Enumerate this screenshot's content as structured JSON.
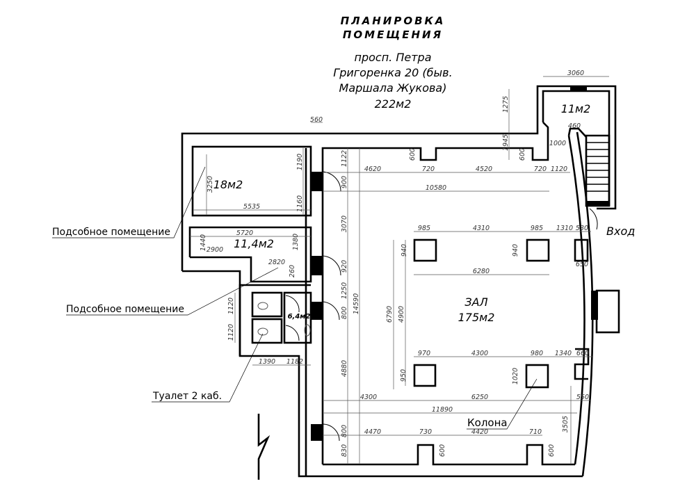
{
  "title": {
    "line1": "ПЛАНИРОВКА",
    "line2": "ПОМЕЩЕНИЯ"
  },
  "address": {
    "line1": "просп. Петра",
    "line2": "Григоренка 20 (быв.",
    "line3": "Маршала Жукова)",
    "line4": "222м2"
  },
  "rooms": {
    "room_18": "18м2",
    "room_11_4": "11,4м2",
    "room_6_4": "6,4м2",
    "hall_name": "ЗАЛ",
    "hall_area": "175м2",
    "room_11": "11м2"
  },
  "labels": {
    "entrance": "Вход",
    "utility_1": "Подсобное помещение",
    "utility_2": "Подсобное помещение",
    "toilet": "Туалет 2 каб.",
    "column": "Колона"
  },
  "dims": [
    "560",
    "3060",
    "4620",
    "720",
    "4520",
    "720",
    "1120",
    "10580",
    "1000",
    "460",
    "5535",
    "5720",
    "2900",
    "2820",
    "985",
    "4310",
    "985",
    "1310",
    "530",
    "6280",
    "650",
    "1390",
    "1182",
    "970",
    "4300",
    "980",
    "1340",
    "660",
    "4300",
    "6250",
    "550",
    "11890",
    "4470",
    "730",
    "4420",
    "710",
    "1275",
    "1945",
    "600",
    "600",
    "1122",
    "900",
    "3070",
    "920",
    "1250",
    "800",
    "14590",
    "4880",
    "800",
    "830",
    "3250",
    "1190",
    "1160",
    "1440",
    "1380",
    "260",
    "1120",
    "1120",
    "6790",
    "4900",
    "940",
    "940",
    "950",
    "1020",
    "3505",
    "600",
    "600"
  ]
}
